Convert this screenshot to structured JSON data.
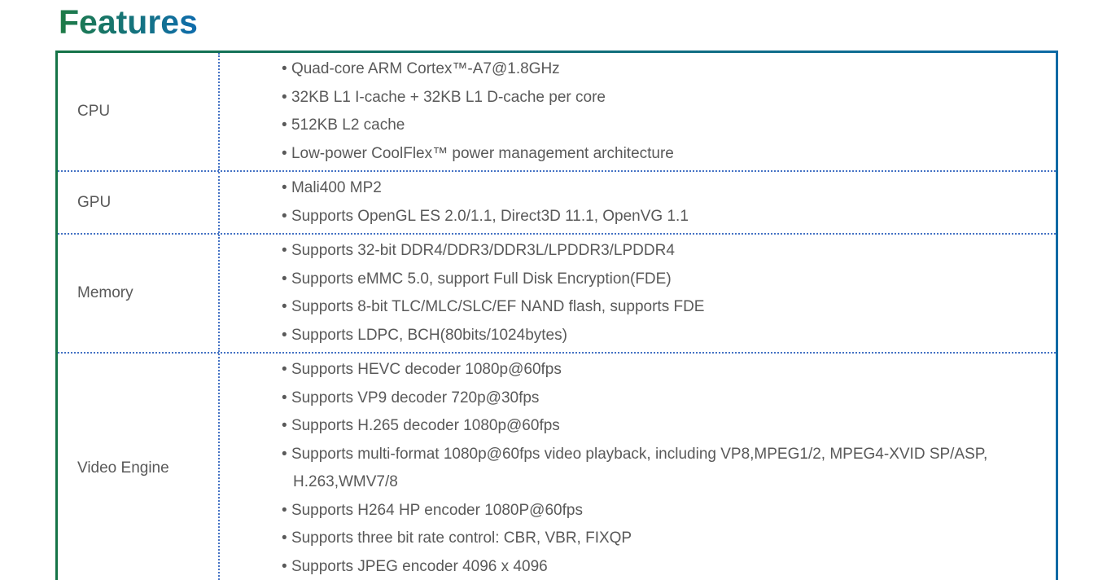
{
  "page": {
    "title": "Features"
  },
  "colors": {
    "title_gradient_start": "#1e7b45",
    "title_gradient_end": "#0e6cad",
    "border_gradient_start": "#157347",
    "border_gradient_end": "#0d6aa5",
    "dotted_divider": "#4472c4",
    "text": "#595959"
  },
  "features_table": {
    "rows": [
      {
        "label": "CPU",
        "items": [
          "Quad-core ARM Cortex™-A7@1.8GHz",
          "32KB L1 I-cache + 32KB L1 D-cache per core",
          "512KB L2 cache",
          "Low-power CoolFlex™ power management architecture"
        ]
      },
      {
        "label": "GPU",
        "items": [
          "Mali400 MP2",
          "Supports OpenGL ES 2.0/1.1, Direct3D 11.1, OpenVG 1.1"
        ]
      },
      {
        "label": "Memory",
        "items": [
          "Supports 32-bit DDR4/DDR3/DDR3L/LPDDR3/LPDDR4",
          "Supports eMMC 5.0, support Full Disk Encryption(FDE)",
          "Supports 8-bit TLC/MLC/SLC/EF NAND flash, supports FDE",
          "Supports LDPC, BCH(80bits/1024bytes)"
        ]
      },
      {
        "label": "Video Engine",
        "items": [
          "Supports HEVC decoder 1080p@60fps",
          "Supports VP9 decoder 720p@30fps",
          "Supports H.265 decoder 1080p@60fps",
          "Supports multi-format 1080p@60fps video playback, including VP8,MPEG1/2, MPEG4-XVID SP/ASP, H.263,WMV7/8",
          "Supports H264 HP encoder 1080P@60fps",
          "Supports three bit rate control: CBR, VBR, FIXQP",
          "Supports JPEG encoder 4096 x 4096"
        ]
      }
    ]
  }
}
